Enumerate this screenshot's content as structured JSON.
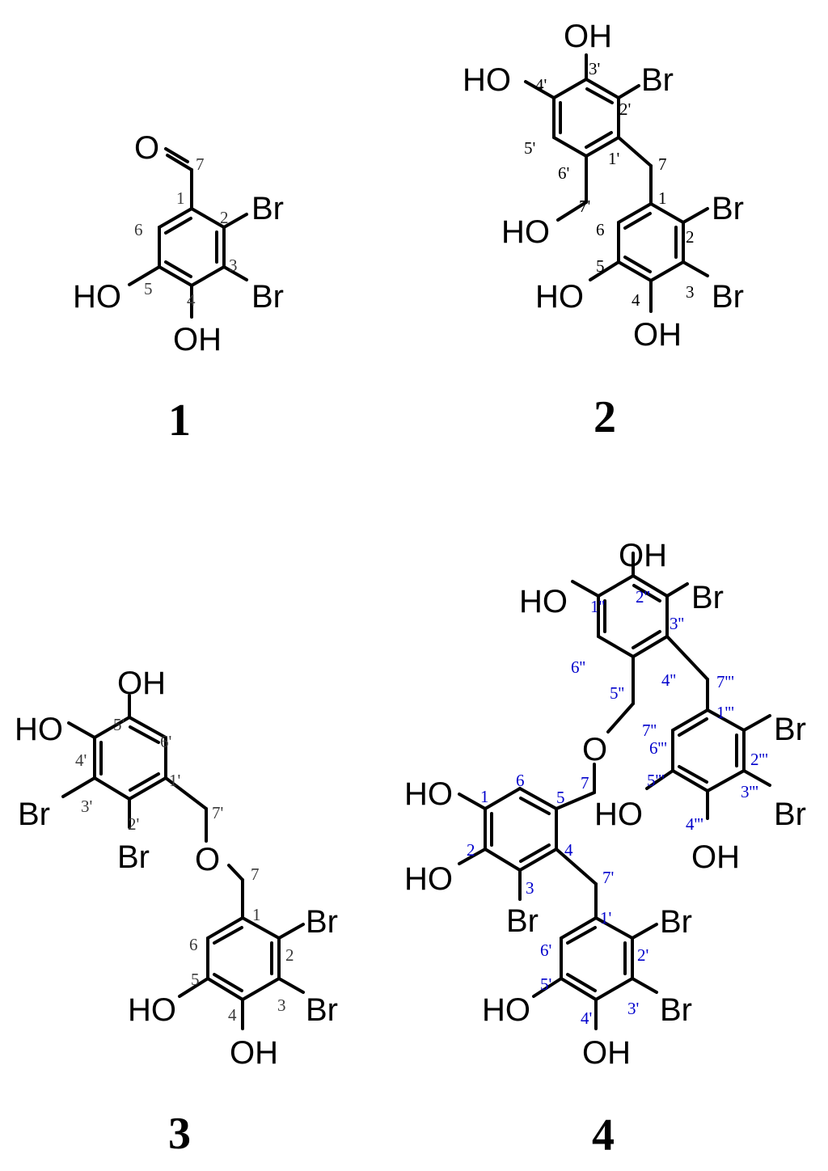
{
  "colors": {
    "black": "#000000",
    "gray_label": "#3a3a3a",
    "blue_label": "#0000cc"
  },
  "compounds": [
    {
      "id": "1",
      "label_color": "gray",
      "atoms": {
        "o_carbonyl": "O",
        "br_2": "Br",
        "br_3": "Br",
        "oh_5": "HO",
        "oh_4": "OH"
      },
      "numbers": {
        "c7": "7",
        "c1": "1",
        "c2": "2",
        "c3": "3",
        "c4": "4",
        "c5": "5",
        "c6": "6"
      }
    },
    {
      "id": "2",
      "label_color": "black",
      "atoms": {
        "oh_3p": "OH",
        "oh_4p": "HO",
        "br_2p": "Br",
        "oh_7p": "HO",
        "br_2": "Br",
        "br_3": "Br",
        "oh_5": "HO",
        "oh_4": "OH"
      },
      "numbers": {
        "c3p": "3'",
        "c4p": "4'",
        "c2p": "2'",
        "c5p": "5'",
        "c1p": "1'",
        "c6p": "6'",
        "c7": "7",
        "c7p": "7'",
        "c1": "1",
        "c6": "6",
        "c2": "2",
        "c5": "5",
        "c3": "3",
        "c4": "4"
      }
    },
    {
      "id": "3",
      "label_color": "gray",
      "atoms": {
        "oh_5p": "OH",
        "oh_4p": "HO",
        "br_3p": "Br",
        "br_2p": "Br",
        "o_ether": "O",
        "br_2": "Br",
        "br_3": "Br",
        "oh_5": "HO",
        "oh_4": "OH"
      },
      "numbers": {
        "c5p": "5'",
        "c6p": "6'",
        "c4p": "4'",
        "c1p": "1'",
        "c3p": "3'",
        "c2p": "2'",
        "c7p": "7'",
        "c7": "7",
        "c1": "1",
        "c6": "6",
        "c2": "2",
        "c5": "5",
        "c3": "3",
        "c4": "4"
      }
    },
    {
      "id": "4",
      "label_color": "blue",
      "atoms": {
        "oh_2pp": "OH",
        "oh_1pp": "HO",
        "br_3pp": "Br",
        "o_ether": "O",
        "br_2ppp": "Br",
        "br_3ppp": "Br",
        "oh_5ppp": "HO",
        "oh_4ppp": "OH",
        "oh_1": "HO",
        "oh_2": "HO",
        "br_3": "Br",
        "br_2p": "Br",
        "br_3p": "Br",
        "oh_5p": "HO",
        "oh_4p": "OH"
      },
      "numbers": {
        "c2pp": "2''",
        "c1pp": "1''",
        "c3pp": "3''",
        "c6pp": "6''",
        "c4pp": "4''",
        "c5pp": "5''",
        "c7ppp": "7'''",
        "c7pp": "7''",
        "c1ppp": "1'''",
        "c6ppp": "6'''",
        "c2ppp": "2'''",
        "c5ppp": "5'''",
        "c3ppp": "3'''",
        "c4ppp": "4'''",
        "c6": "6",
        "c1": "1",
        "c7": "7",
        "c5": "5",
        "c2": "2",
        "c4": "4",
        "c3": "3",
        "c7p": "7'",
        "c1p": "1'",
        "c6p": "6'",
        "c2p": "2'",
        "c5p": "5'",
        "c3p": "3'",
        "c4p": "4'"
      }
    }
  ]
}
